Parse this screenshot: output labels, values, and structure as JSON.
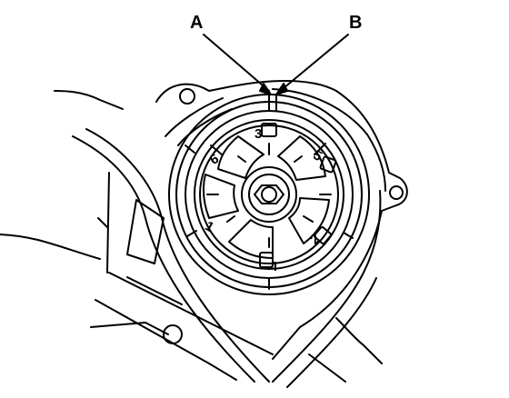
{
  "callouts": {
    "a": "A",
    "b": "B"
  },
  "pulley_marks": {
    "m1": "1",
    "m2": "2",
    "m3": "3",
    "m4": "4",
    "m5": "5",
    "m6": "6"
  },
  "colors": {
    "line": "#000000",
    "background": "#ffffff"
  }
}
